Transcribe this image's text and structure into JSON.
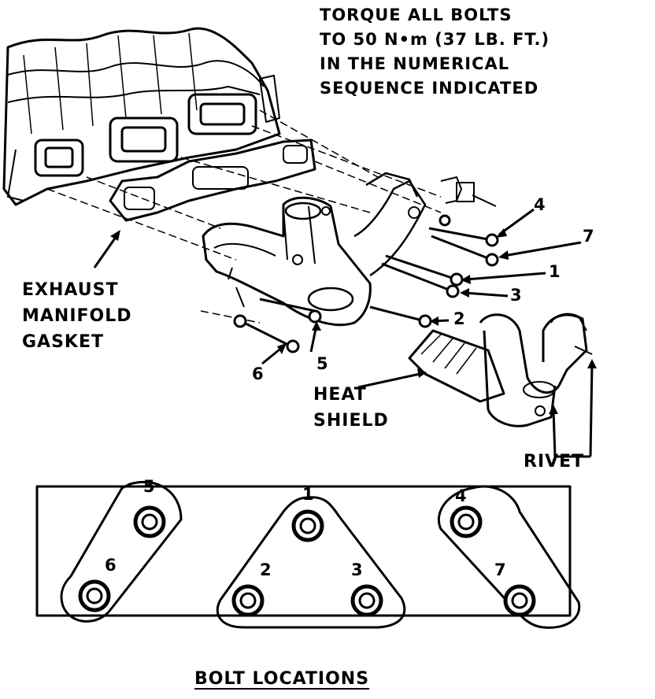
{
  "instruction_note": {
    "line_1": "TORQUE ALL BOLTS",
    "line_2": "TO 50 N•m (37 LB. FT.)",
    "line_3": "IN THE NUMERICAL",
    "line_4": "SEQUENCE INDICATED"
  },
  "labels": {
    "exhaust_1": "EXHAUST",
    "exhaust_2": "MANIFOLD",
    "exhaust_3": "GASKET",
    "heat_1": "HEAT",
    "heat_2": "SHIELD",
    "rivet": "RIVET"
  },
  "exploded_callouts": {
    "c1": "1",
    "c2": "2",
    "c3": "3",
    "c4": "4",
    "c5": "5",
    "c6": "6",
    "c7": "7"
  },
  "bolt_locations": {
    "title": "BOLT LOCATIONS",
    "b1": "1",
    "b2": "2",
    "b3": "3",
    "b4": "4",
    "b5": "5",
    "b6": "6",
    "b7": "7"
  }
}
